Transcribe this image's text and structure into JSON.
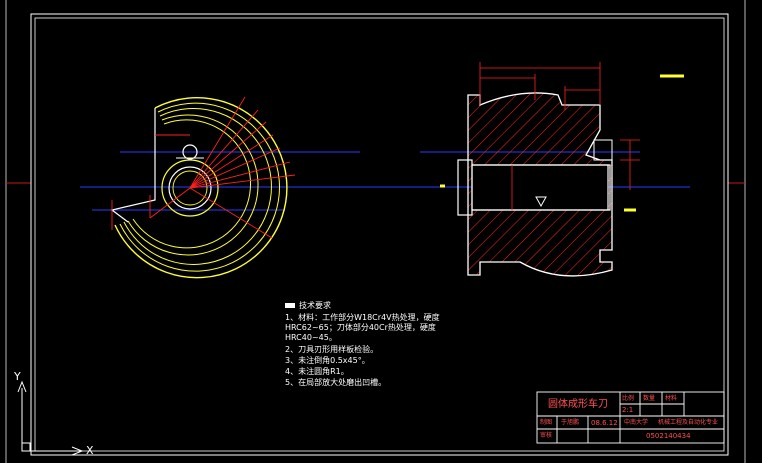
{
  "technical_requirements": {
    "heading": "技术要求",
    "lines": [
      "1、材料：工作部分W18Cr4V热处理，硬度",
      "HRC62~65；刀体部分40Cr热处理，硬度",
      "HRC40~45。",
      "2、刀具刃形用样板检验。",
      "3、未注倒角0.5x45°。",
      "4、未注圆角R1。",
      "5、在局部放大处磨出凹槽。"
    ]
  },
  "title_block": {
    "part_name": "圆体成形车刀",
    "scale_label": "比例",
    "quantity_label": "数量",
    "material_label": "材料",
    "scale_value": "2:1",
    "drawn_label": "制图",
    "checked_label": "审核",
    "drawn_name": "于旭鹏",
    "date": "08.6.12",
    "school": "中南大学",
    "class_name": "机械工程及自动化专业",
    "student_id": "0502140434"
  },
  "ucs": {
    "x_label": "X",
    "y_label": "Y"
  },
  "colors": {
    "background": "#000000",
    "outline": "#ffffff",
    "hatch": "#ff2020",
    "centerline": "#2a3cff",
    "dimension": "#ff2020",
    "edge_yellow": "#ffff33",
    "border_red": "#c81818"
  }
}
